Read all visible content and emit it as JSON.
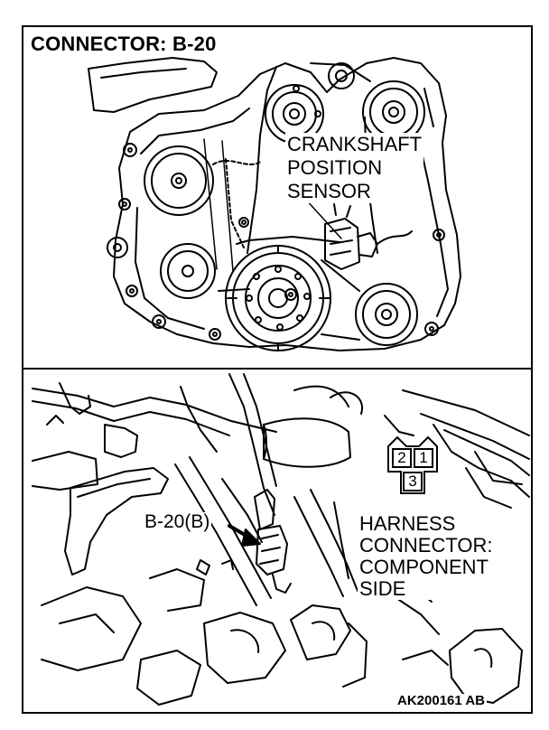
{
  "diagram": {
    "title": "CONNECTOR: B-20",
    "sensor_label": [
      "CRANKSHAFT",
      "POSITION",
      "SENSOR"
    ],
    "connector_ref": "B-20(B)",
    "harness_label": [
      "HARNESS",
      "CONNECTOR:",
      "COMPONENT",
      "SIDE"
    ],
    "connector_pins": [
      "2",
      "1",
      "3"
    ],
    "figure_code": "AK200161 AB"
  }
}
